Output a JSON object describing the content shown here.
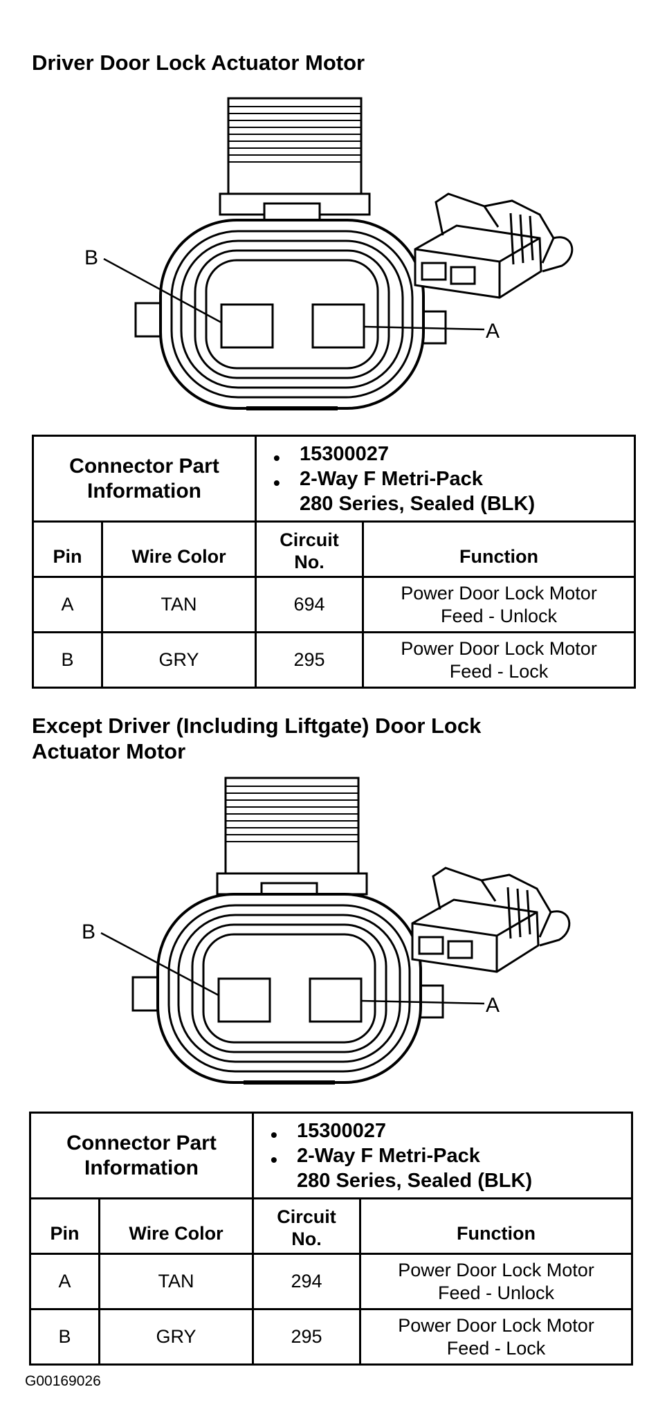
{
  "sections": [
    {
      "title": "Driver Door Lock Actuator Motor",
      "pin_labels": {
        "b": "B",
        "a": "A"
      },
      "connector_info_label": "Connector Part Information",
      "connector_details": [
        "15300027",
        "2-Way F Metri-Pack",
        "280 Series, Sealed (BLK)"
      ],
      "table_headers": {
        "pin": "Pin",
        "wire_color": "Wire Color",
        "circuit_no": "Circuit No.",
        "function": "Function"
      },
      "rows": [
        {
          "pin": "A",
          "wire_color": "TAN",
          "circuit_no": "694",
          "function": "Power Door Lock Motor Feed - Unlock"
        },
        {
          "pin": "B",
          "wire_color": "GRY",
          "circuit_no": "295",
          "function": "Power Door Lock Motor Feed - Lock"
        }
      ]
    },
    {
      "title": "Except Driver (Including Liftgate) Door Lock\nActuator Motor",
      "pin_labels": {
        "b": "B",
        "a": "A"
      },
      "connector_info_label": "Connector Part Information",
      "connector_details": [
        "15300027",
        "2-Way F Metri-Pack",
        "280 Series, Sealed (BLK)"
      ],
      "table_headers": {
        "pin": "Pin",
        "wire_color": "Wire Color",
        "circuit_no": "Circuit No.",
        "function": "Function"
      },
      "rows": [
        {
          "pin": "A",
          "wire_color": "TAN",
          "circuit_no": "294",
          "function": "Power Door Lock Motor Feed - Unlock"
        },
        {
          "pin": "B",
          "wire_color": "GRY",
          "circuit_no": "295",
          "function": "Power Door Lock Motor Feed - Lock"
        }
      ]
    }
  ],
  "figure_id": "G00169026"
}
